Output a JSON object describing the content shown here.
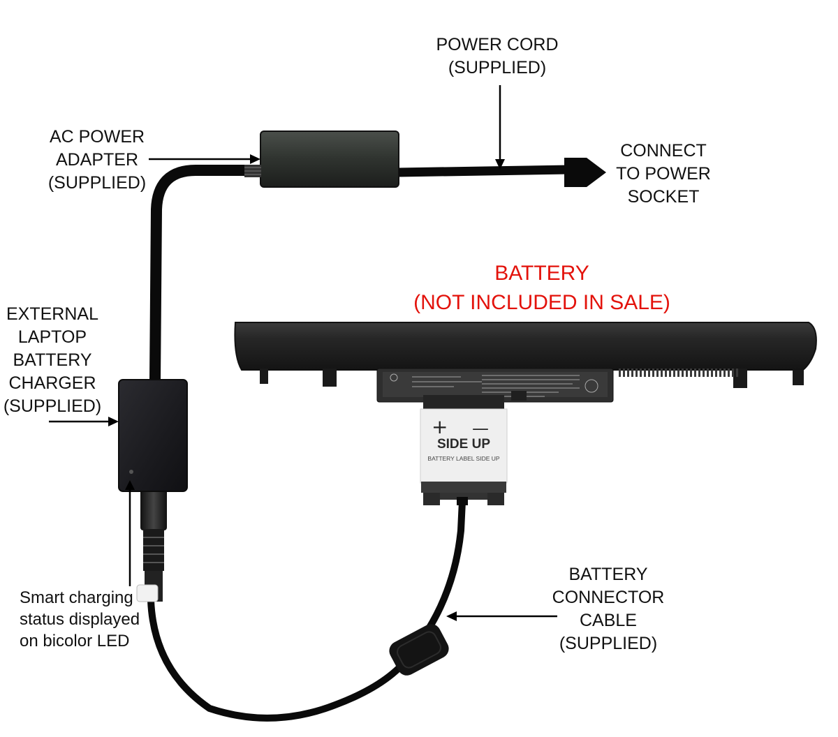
{
  "labels": {
    "power_cord": [
      "POWER CORD",
      "(SUPPLIED)"
    ],
    "ac_adapter": [
      "AC POWER",
      "ADAPTER",
      "(SUPPLIED)"
    ],
    "connect_socket": [
      "CONNECT",
      "TO POWER",
      "SOCKET"
    ],
    "battery": [
      "BATTERY",
      "(NOT INCLUDED IN SALE)"
    ],
    "external_charger": [
      "EXTERNAL",
      "LAPTOP",
      "BATTERY",
      "CHARGER",
      "(SUPPLIED)"
    ],
    "led_status": [
      "Smart charging",
      "status displayed",
      "on bicolor LED"
    ],
    "connector_cable": [
      "BATTERY",
      "CONNECTOR",
      "CABLE",
      "(SUPPLIED)"
    ]
  },
  "connector_block": {
    "plus": "+",
    "minus": "—",
    "side_up": "SIDE UP",
    "side_up_note": "BATTERY LABEL SIDE UP"
  },
  "colors": {
    "label_text": "#111111",
    "battery_label": "#e3120b",
    "device_body": "#2a2a2a",
    "cable": "#0a0a0a"
  }
}
